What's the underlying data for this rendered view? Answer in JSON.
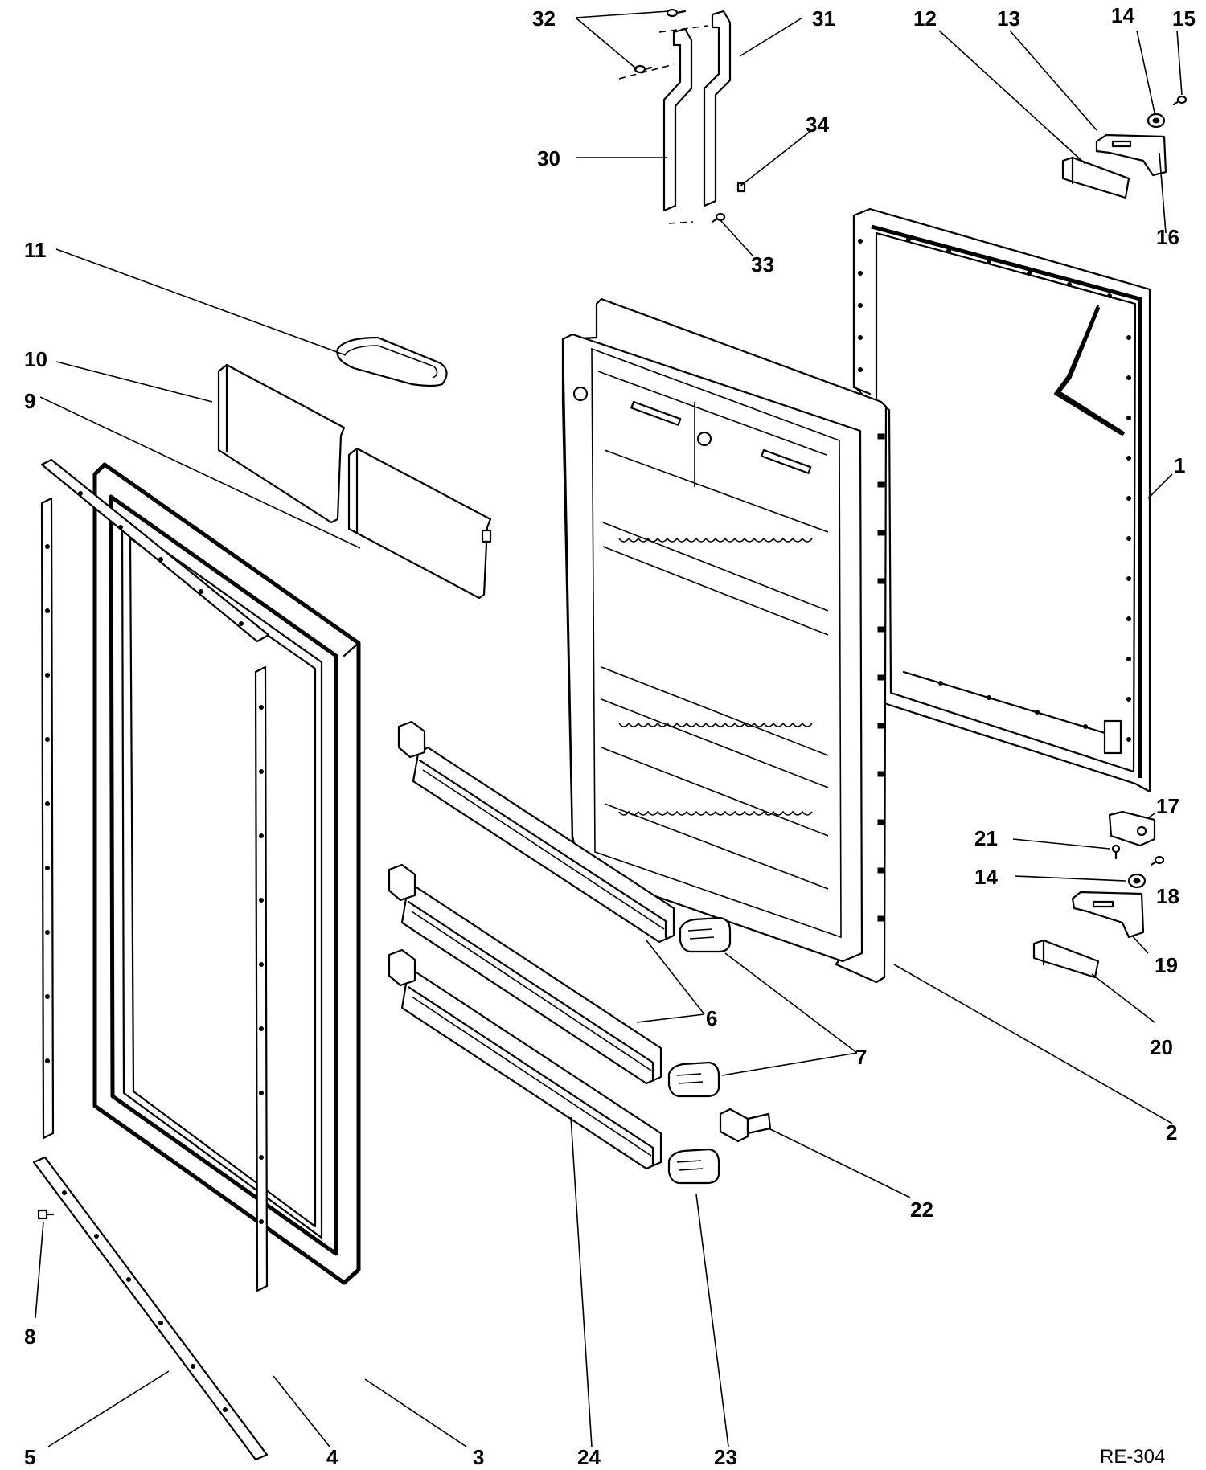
{
  "diagram_code": "RE-304",
  "callouts": {
    "c1": "1",
    "c2": "2",
    "c3": "3",
    "c4": "4",
    "c5": "5",
    "c6": "6",
    "c7": "7",
    "c8": "8",
    "c9": "9",
    "c10": "10",
    "c11": "11",
    "c12": "12",
    "c13": "13",
    "c14a": "14",
    "c14b": "14",
    "c15": "15",
    "c16": "16",
    "c17": "17",
    "c18": "18",
    "c19": "19",
    "c20": "20",
    "c21": "21",
    "c22": "22",
    "c23": "23",
    "c24": "24",
    "c30": "30",
    "c31": "31",
    "c32": "32",
    "c33": "33",
    "c34": "34"
  }
}
